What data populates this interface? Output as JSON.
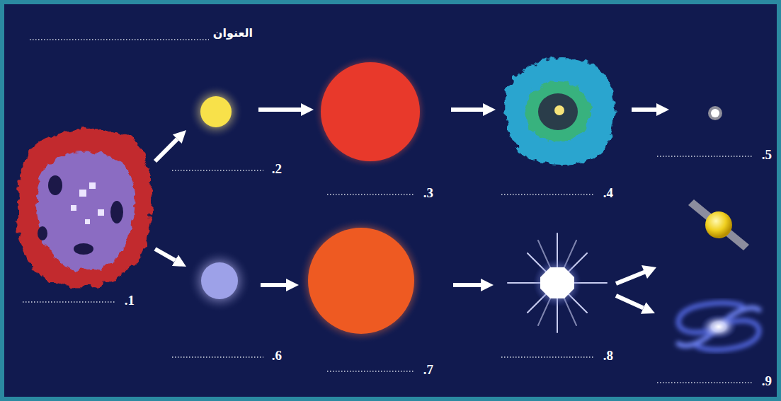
{
  "diagram": {
    "title": "العنوان",
    "nodes": [
      {
        "text": [
          ".1"
        ]
      },
      {
        "text": [
          ".2"
        ]
      },
      {
        "text": [
          ".3"
        ]
      },
      {
        "text": [
          ".4"
        ]
      },
      {
        "text": [
          ".5"
        ]
      },
      {
        "text": [
          ".6"
        ]
      },
      {
        "text": [
          ".7"
        ]
      },
      {
        "text": [
          ".8"
        ]
      },
      {
        "text": [
          ".9"
        ]
      }
    ],
    "edges": [
      {
        "from": 0,
        "to": 1,
        "arrow": "to"
      },
      {
        "from": 1,
        "to": 2,
        "arrow": "to"
      },
      {
        "from": 2,
        "to": 3,
        "arrow": "to"
      },
      {
        "from": 3,
        "to": 4,
        "arrow": "to"
      },
      {
        "from": 0,
        "to": 5,
        "arrow": "to"
      },
      {
        "from": 5,
        "to": 6,
        "arrow": "to"
      },
      {
        "from": 6,
        "to": 7,
        "arrow": "to"
      },
      {
        "from": 7,
        "to": 8,
        "arrow": "to"
      }
    ]
  }
}
